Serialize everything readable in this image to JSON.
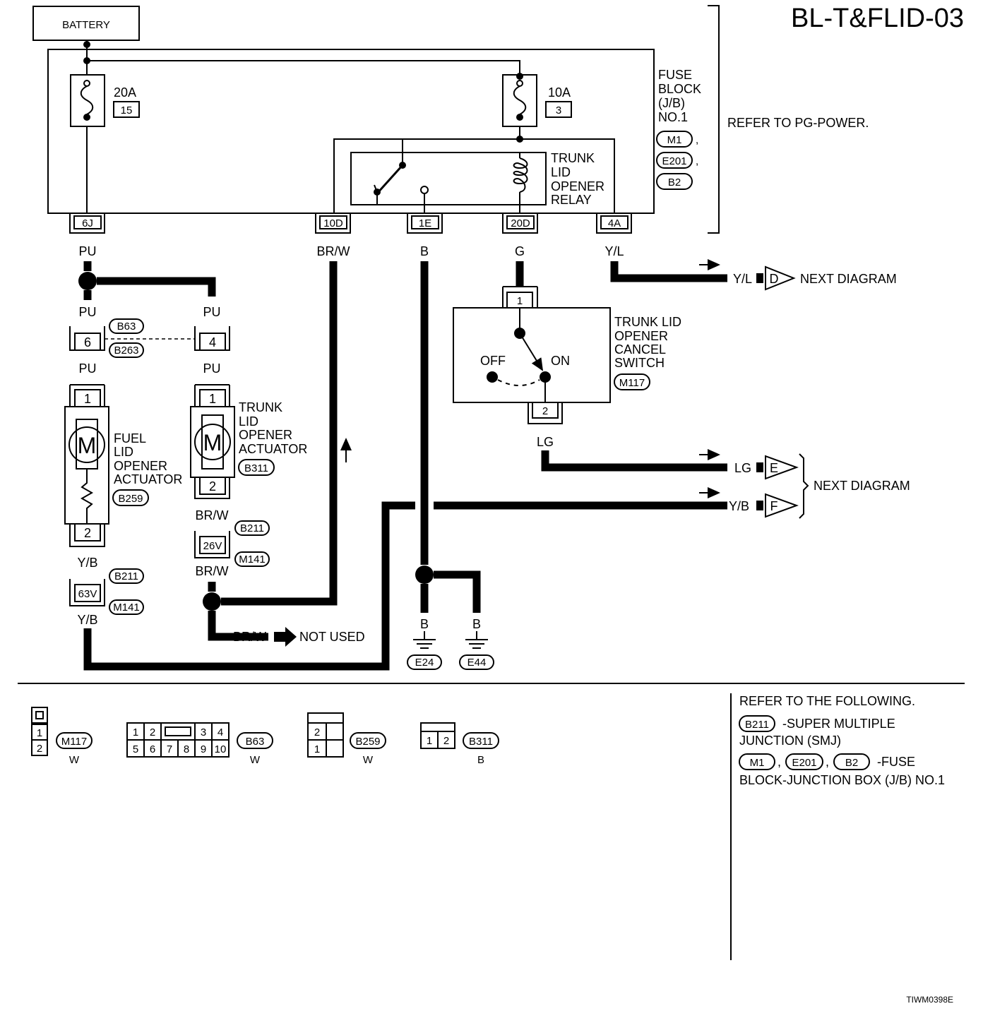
{
  "title": "BL-T&FLID-03",
  "battery": "BATTERY",
  "fuse_block": {
    "label_lines": [
      "FUSE",
      "BLOCK",
      "(J/B)",
      "NO.1"
    ],
    "connectors": [
      "M1",
      "E201",
      "B2"
    ],
    "refer": "REFER TO PG-POWER."
  },
  "fuses": [
    {
      "amp": "20A",
      "number": "15"
    },
    {
      "amp": "10A",
      "number": "3"
    }
  ],
  "relay": {
    "lines": [
      "TRUNK",
      "LID",
      "OPENER",
      "RELAY"
    ]
  },
  "terminals": [
    "6J",
    "10D",
    "1E",
    "20D",
    "4A"
  ],
  "wire_colors": {
    "pu": "PU",
    "brw": "BR/W",
    "b": "B",
    "g": "G",
    "yl": "Y/L",
    "lg": "LG",
    "yb": "Y/B"
  },
  "cancel_switch": {
    "lines": [
      "TRUNK LID",
      "OPENER",
      "CANCEL",
      "SWITCH"
    ],
    "connector": "M117",
    "off": "OFF",
    "on": "ON",
    "pins": [
      "1",
      "2"
    ]
  },
  "fuel_actuator": {
    "lines": [
      "FUEL",
      "LID",
      "OPENER",
      "ACTUATOR"
    ],
    "connector": "B259",
    "pins": [
      "1",
      "2"
    ]
  },
  "trunk_actuator": {
    "lines": [
      "TRUNK",
      "LID",
      "OPENER",
      "ACTUATOR"
    ],
    "connector": "B311",
    "pins": [
      "1",
      "2"
    ]
  },
  "motor_symbol": "M",
  "joint_connector": {
    "left_pin": "6",
    "right_pin": "4",
    "connectors": [
      "B63",
      "B263"
    ]
  },
  "smj": [
    {
      "pin": "26V",
      "connectors": [
        "B211",
        "M141"
      ]
    },
    {
      "pin": "63V",
      "connectors": [
        "B211",
        "M141"
      ]
    }
  ],
  "offpage": [
    {
      "wire": "Y/L",
      "letter": "D",
      "text": "NEXT DIAGRAM"
    },
    {
      "wire": "LG",
      "letter": "E"
    },
    {
      "wire": "Y/B",
      "letter": "F"
    }
  ],
  "next_diagram": "NEXT DIAGRAM",
  "not_used": {
    "wire": "BR/W",
    "text": "NOT USED"
  },
  "grounds": [
    {
      "wire": "B",
      "label": "E24"
    },
    {
      "wire": "B",
      "label": "E44"
    }
  ],
  "connector_views": [
    {
      "id": "M117",
      "color": "W",
      "pins": [
        "1",
        "2"
      ]
    },
    {
      "id": "B63",
      "color": "W",
      "pins": [
        "1",
        "2",
        "3",
        "4",
        "5",
        "6",
        "7",
        "8",
        "9",
        "10"
      ]
    },
    {
      "id": "B259",
      "color": "W",
      "pins": [
        "2",
        "1"
      ]
    },
    {
      "id": "B311",
      "color": "B",
      "pins": [
        "1",
        "2"
      ]
    }
  ],
  "refer_box": {
    "heading": "REFER TO THE FOLLOWING.",
    "smj_id": "B211",
    "smj_text_1": "-SUPER MULTIPLE",
    "smj_text_2": "JUNCTION (SMJ)",
    "jb_ids": [
      "M1",
      "E201",
      "B2"
    ],
    "jb_text_1": "-FUSE",
    "jb_text_2": "BLOCK-JUNCTION BOX (J/B) NO.1"
  },
  "footer_code": "TIWM0398E"
}
